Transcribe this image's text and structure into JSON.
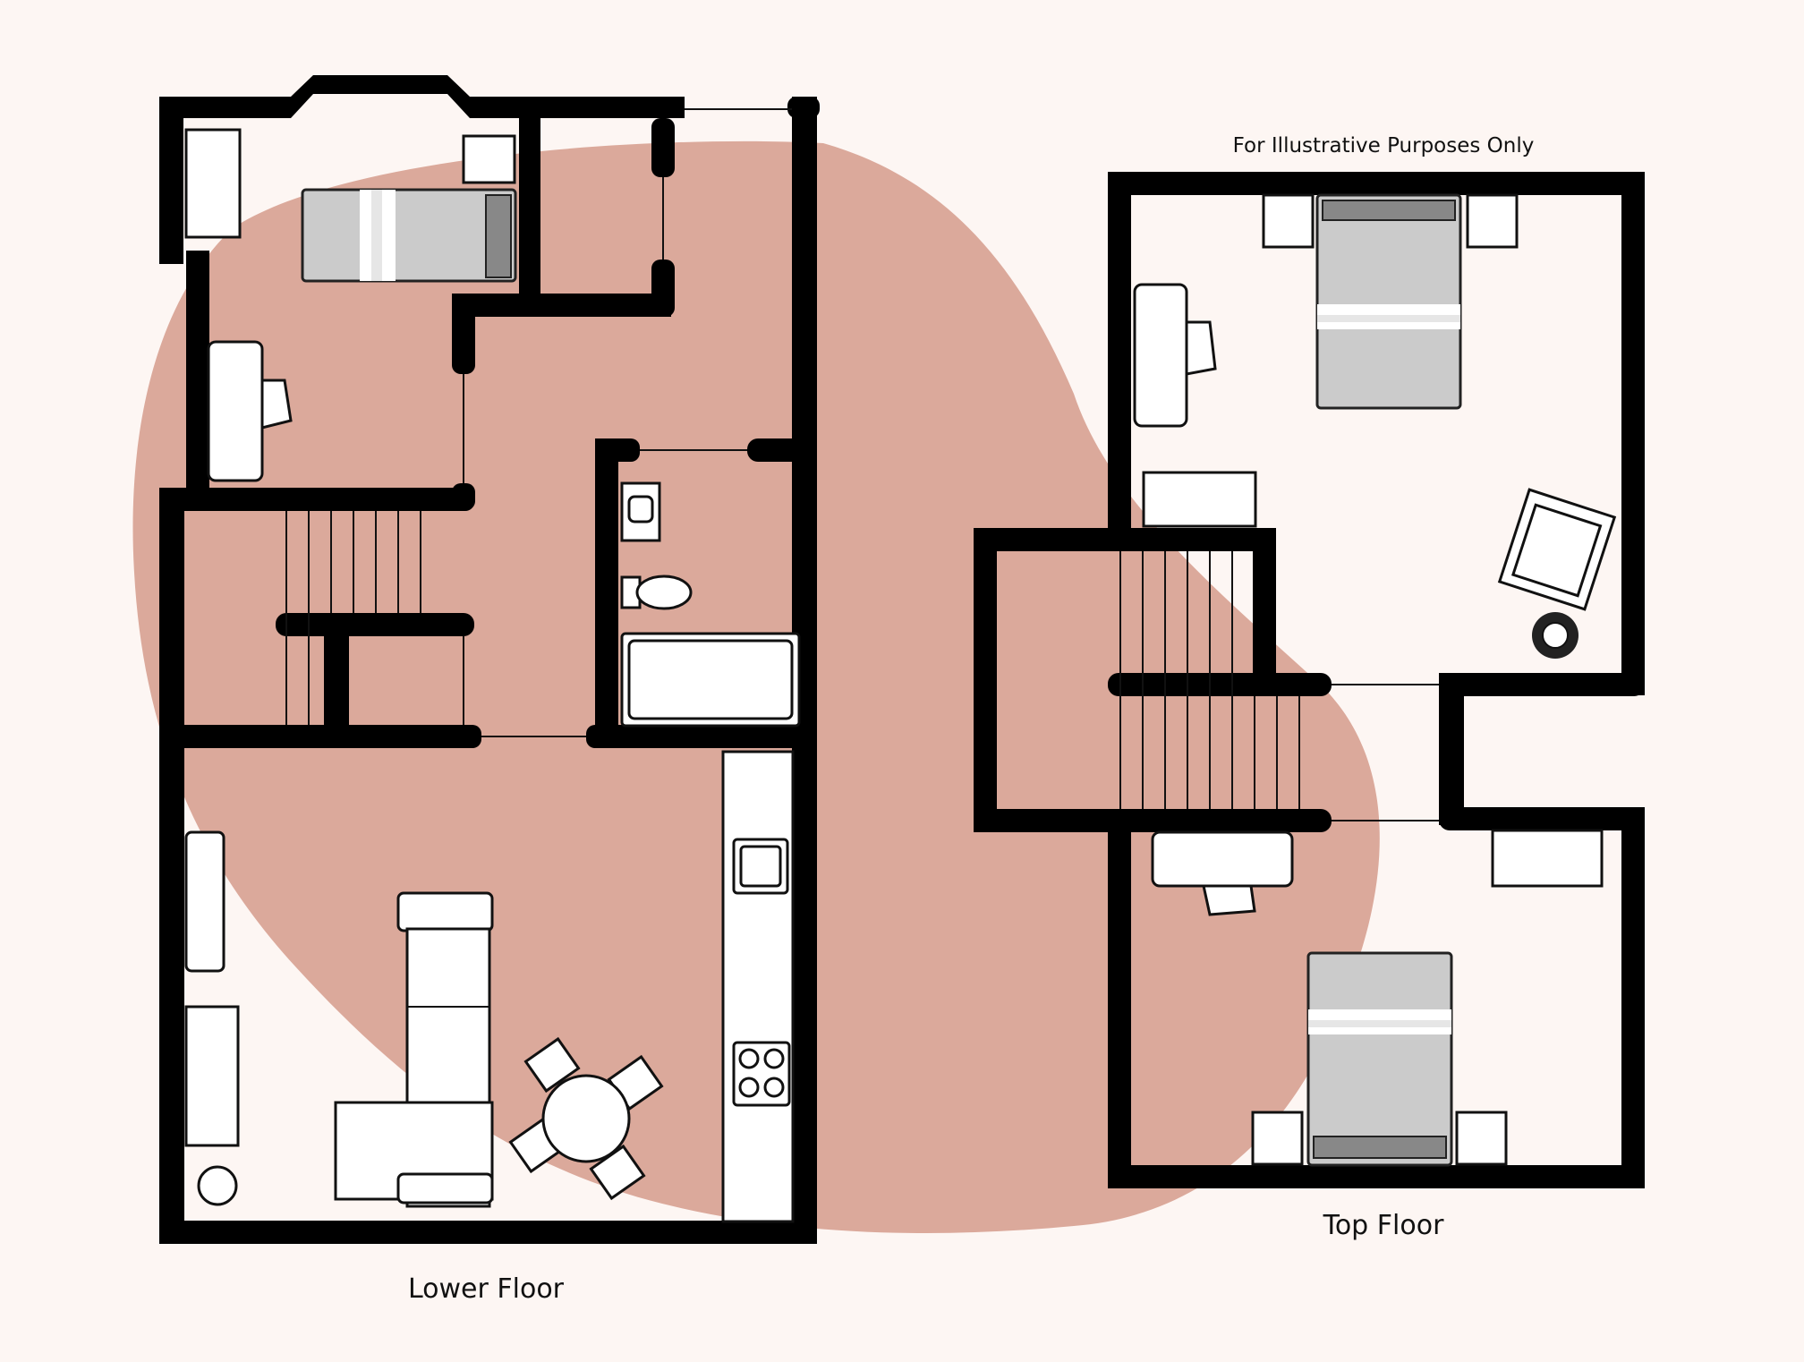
{
  "labels": {
    "lower_floor": "Lower Floor",
    "top_floor": "Top Floor",
    "disclaimer": "For Illustrative Purposes Only"
  },
  "colors": {
    "background": "#fdf6f3",
    "blob": "#dba99b",
    "wall": "#000000",
    "furniture": "#ffffff",
    "bed_grey": "#cbcbcb"
  }
}
